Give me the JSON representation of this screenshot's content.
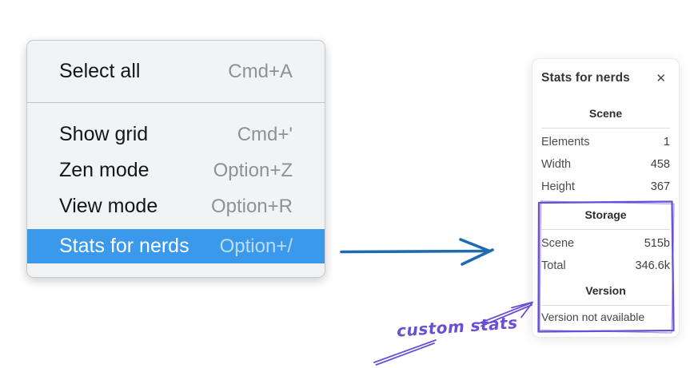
{
  "colors": {
    "menu_background": "#f2f3f4",
    "menu_highlight": "#3b99ec",
    "menu_shortcut_gray": "#8d9298",
    "flow_arrow_blue": "#1e6bb0",
    "annotation_violet": "#6a4fd4",
    "panel_rule_gray": "#d9dde1"
  },
  "context_menu": {
    "items": [
      {
        "label": "Select all",
        "shortcut": "Cmd+A",
        "highlighted": false
      },
      {
        "label": "Show grid",
        "shortcut": "Cmd+'",
        "highlighted": false
      },
      {
        "label": "Zen mode",
        "shortcut": "Option+Z",
        "highlighted": false
      },
      {
        "label": "View mode",
        "shortcut": "Option+R",
        "highlighted": false
      },
      {
        "label": "Stats for nerds",
        "shortcut": "Option+/",
        "highlighted": true
      }
    ]
  },
  "stats_panel": {
    "title": "Stats for nerds",
    "close_icon": "✕",
    "sections": [
      {
        "heading": "Scene",
        "rows": [
          {
            "label": "Elements",
            "value": "1"
          },
          {
            "label": "Width",
            "value": "458"
          },
          {
            "label": "Height",
            "value": "367"
          }
        ]
      },
      {
        "heading": "Storage",
        "rows": [
          {
            "label": "Scene",
            "value": "515b"
          },
          {
            "label": "Total",
            "value": "346.6k"
          }
        ]
      },
      {
        "heading": "Version",
        "note": "Version not available"
      }
    ]
  },
  "annotation": {
    "label": "custom stats"
  }
}
